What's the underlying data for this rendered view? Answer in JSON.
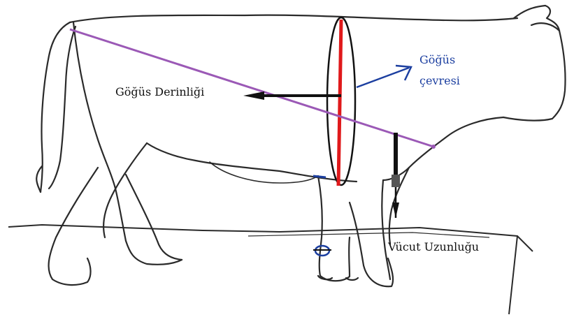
{
  "labels": {
    "chest_depth": "Göğüs Derinliği",
    "chest_girth_line1": "Göğüs",
    "chest_girth_line2": "çevresi",
    "body_length": "Vücut Uzunluğu"
  },
  "colors": {
    "outline": "#2a2a2a",
    "body_length_line": "#9b59b6",
    "chest_depth_line": "#e0191b",
    "girth_text": "#1c3fa0",
    "girth_arrow": "#1c3fa0",
    "pointer_arrow": "#111111"
  }
}
